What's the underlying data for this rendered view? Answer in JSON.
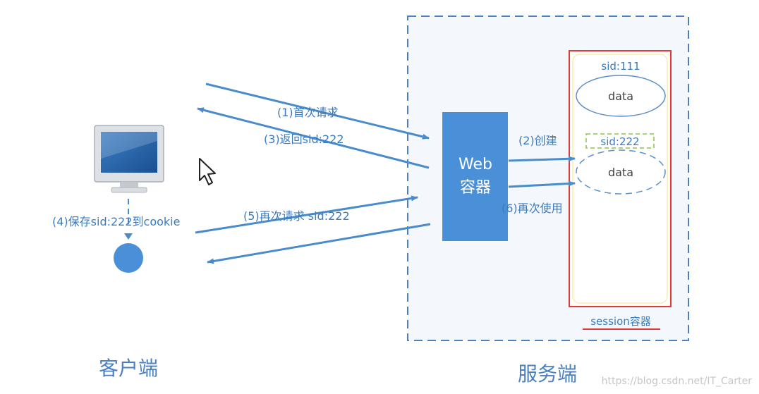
{
  "labels": {
    "client": "客户端",
    "server": "服务端",
    "web_line1": "Web",
    "web_line2": "容器",
    "session_container": "session容器",
    "sid_111": "sid:111",
    "sid_222": "sid:222",
    "data_label": "data",
    "watermark": "https://blog.csdn.net/IT_Carter"
  },
  "steps": {
    "step1": "(1)首次请求",
    "step2": "(2)创建",
    "step3": "(3)返回sid:222",
    "step4": "(4)保存sid:222到cookie",
    "step5": "(5)再次请求 sid:222",
    "step6": "(6)再次使用"
  },
  "colors": {
    "arrow": "#4a8ccb",
    "label_text": "#3a7cc0",
    "web_box": "#4a90d9",
    "server_bg": "#f4f7fb",
    "server_border": "#4a80c0",
    "session_border": "#e53935",
    "sid222_border": "#8bc34a"
  }
}
